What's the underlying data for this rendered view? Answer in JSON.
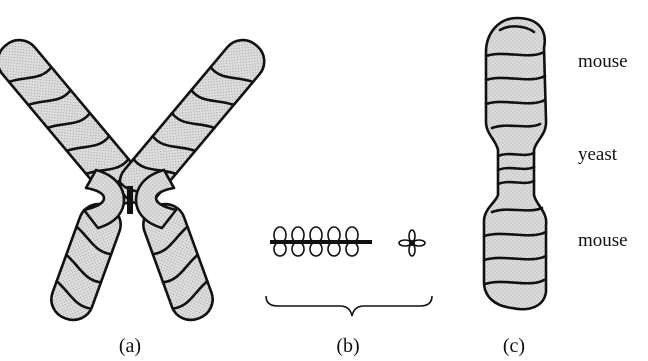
{
  "panel_labels": {
    "a": "(a)",
    "b": "(b)",
    "c": "(c)"
  },
  "segment_labels": {
    "top": "mouse",
    "middle": "yeast",
    "bottom": "mouse"
  },
  "colors": {
    "outline": "#111111",
    "fill": "#dcdcdc",
    "stipple": "#9a9a9a",
    "background": "#ffffff"
  }
}
